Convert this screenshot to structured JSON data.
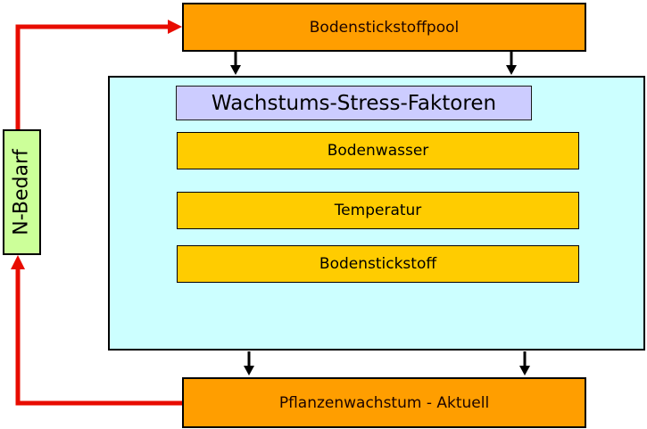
{
  "diagram": {
    "top_node": {
      "label": "Bodenstickstoffpool"
    },
    "stress_group": {
      "title": "Wachstums-Stress-Faktoren",
      "factors": [
        {
          "label": "Bodenwasser"
        },
        {
          "label": "Temperatur"
        },
        {
          "label": "Bodenstickstoff"
        }
      ]
    },
    "side_node": {
      "label": "N-Bedarf",
      "orientation": "vertical-bottom-to-top"
    },
    "bottom_node": {
      "label": "Pflanzenwachstum - Aktuell"
    },
    "connectors": [
      {
        "name": "bottom-to-side",
        "color": "red",
        "from": "Pflanzenwachstum - Aktuell",
        "to": "N-Bedarf"
      },
      {
        "name": "side-to-top",
        "color": "red",
        "from": "N-Bedarf",
        "to": "Bodenstickstoffpool"
      },
      {
        "name": "top-to-stress-left",
        "color": "black",
        "from": "Bodenstickstoffpool",
        "to": "Wachstums-Stress-Faktoren"
      },
      {
        "name": "top-to-stress-right",
        "color": "black",
        "from": "Bodenstickstoffpool",
        "to": "Wachstums-Stress-Faktoren"
      },
      {
        "name": "stress-to-bottom-left",
        "color": "black",
        "from": "Wachstums-Stress-Faktoren",
        "to": "Pflanzenwachstum - Aktuell"
      },
      {
        "name": "stress-to-bottom-right",
        "color": "black",
        "from": "Wachstums-Stress-Faktoren",
        "to": "Pflanzenwachstum - Aktuell"
      }
    ]
  },
  "colors": {
    "orange": "#FF9E00",
    "yellow": "#FFCC00",
    "cyan": "#CCFFFF",
    "lavender": "#CCCCFF",
    "green": "#CCFF99",
    "red": "#E80C00",
    "arrow-black": "#000000"
  }
}
